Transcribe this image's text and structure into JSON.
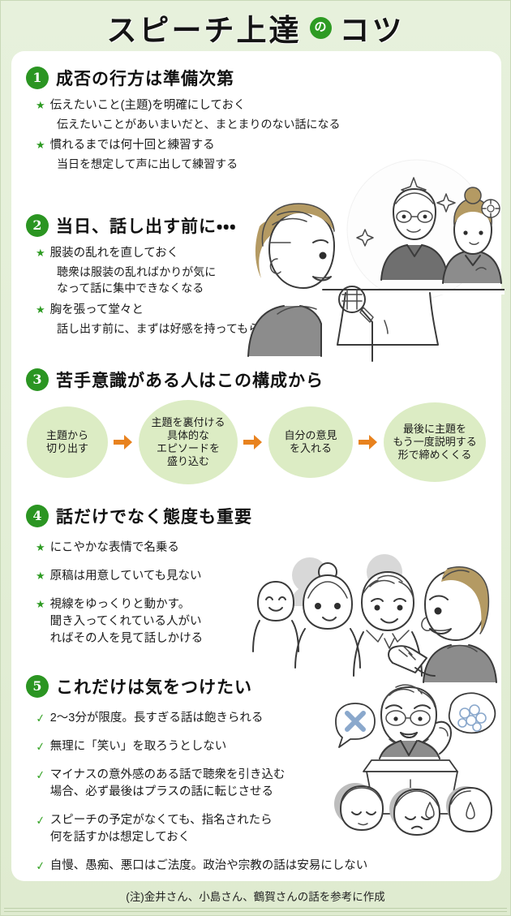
{
  "title": {
    "part1": "スピーチ上達",
    "circle": "の",
    "part2": "コツ"
  },
  "colors": {
    "page_bg": "#e4efd8",
    "card_bg": "#ffffff",
    "badge_green": "#2b9522",
    "oval_green": "#dcecc4",
    "arrow_orange": "#e8821e",
    "star_green": "#2e9b23"
  },
  "sections": [
    {
      "number": "1",
      "title": "成否の行方は準備次第",
      "bullet_icon": "star-icon",
      "items": [
        {
          "main": "伝えたいこと(主題)を明確にしておく",
          "sub": "伝えたいことがあいまいだと、まとまりのない話になる"
        },
        {
          "main": "慣れるまでは何十回と練習する",
          "sub": "当日を想定して声に出して練習する"
        }
      ]
    },
    {
      "number": "2",
      "title": "当日、話し出す前に・・・",
      "bullet_icon": "star-icon",
      "items": [
        {
          "main": "服装の乱れを直しておく",
          "sub": "聴衆は服装の乱ればかりが気に\nなって話に集中できなくなる"
        },
        {
          "main": "胸を張って堂々と",
          "sub": "話し出す前に、まずは好感を持ってもらう"
        }
      ]
    },
    {
      "number": "3",
      "title": "苦手意識がある人はこの構成から",
      "bullet_icon": "none",
      "flow": [
        "主題から\n切り出す",
        "主題を裏付ける\n具体的な\nエピソードを\n盛り込む",
        "自分の意見\nを入れる",
        "最後に主題を\nもう一度説明する\n形で締めくくる"
      ]
    },
    {
      "number": "4",
      "title": "話だけでなく態度も重要",
      "bullet_icon": "star-icon",
      "items": [
        {
          "main": "にこやかな表情で名乗る",
          "sub": ""
        },
        {
          "main": "原稿は用意していても見ない",
          "sub": ""
        },
        {
          "main": "視線をゆっくりと動かす。\n聞き入ってくれている人がい\nればその人を見て話しかける",
          "sub": ""
        }
      ]
    },
    {
      "number": "5",
      "title": "これだけは気をつけたい",
      "bullet_icon": "check-icon",
      "items": [
        {
          "main": "2〜3分が限度。長すぎる話は飽きられる",
          "sub": ""
        },
        {
          "main": "無理に「笑い」を取ろうとしない",
          "sub": ""
        },
        {
          "main": "マイナスの意外感のある話で聴衆を引き込む\n場合、必ず最後はプラスの話に転じさせる",
          "sub": ""
        },
        {
          "main": "スピーチの予定がなくても、指名されたら\n何を話すかは想定しておく",
          "sub": ""
        },
        {
          "main": "自慢、愚痴、悪口はご法度。政治や宗教の話は安易にしない",
          "sub": ""
        }
      ]
    }
  ],
  "footer": {
    "note": "(注)金井さん、小島さん、鶴賀さんの話を参考に作成"
  },
  "illustrations": {
    "section12": "speaker-with-microphone-and-wedding-couple",
    "section4": "speaker-facing-smiling-audience",
    "section5": "long-winded-speaker-at-podium-with-bored-audience"
  }
}
